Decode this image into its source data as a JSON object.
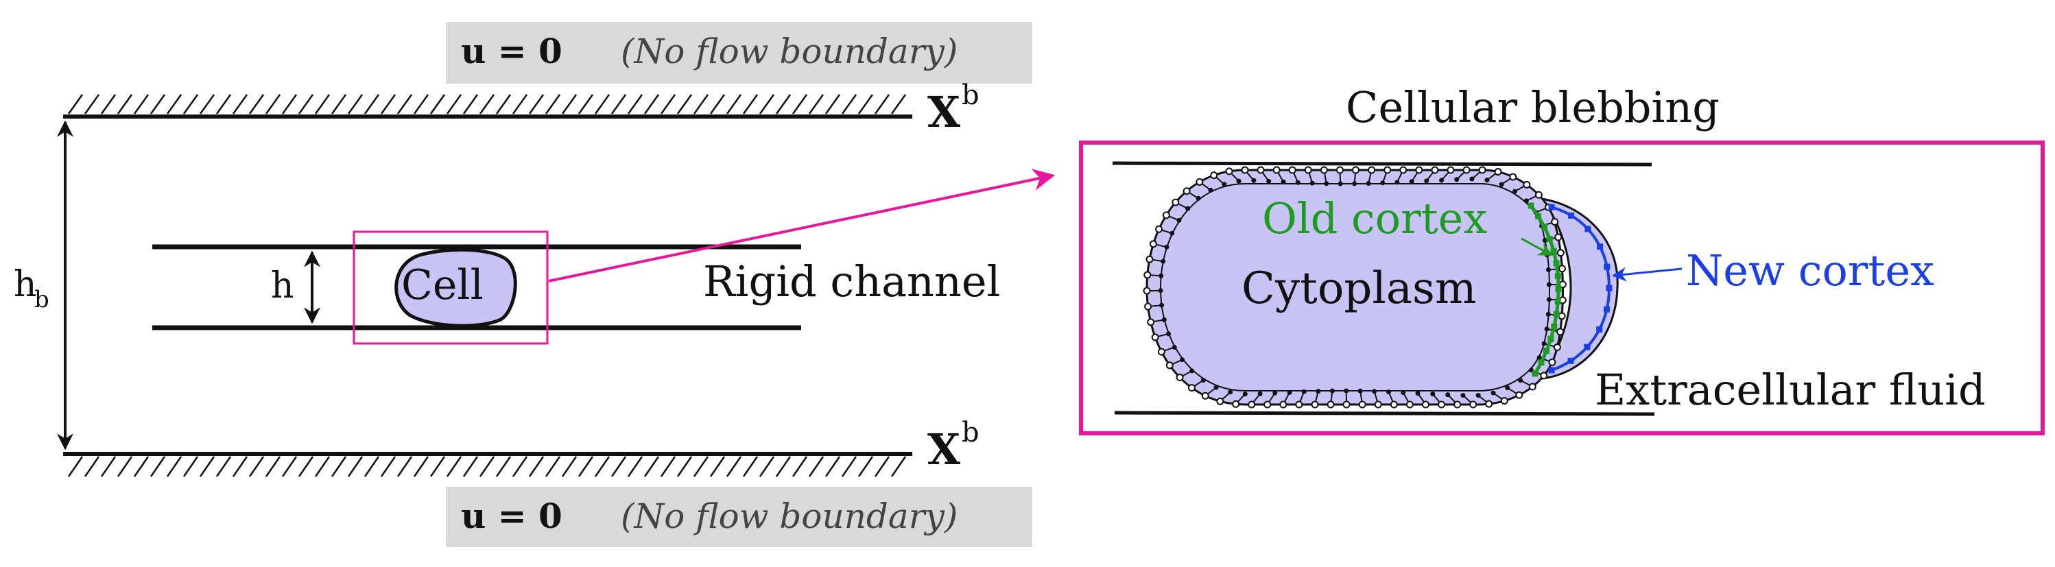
{
  "boundary": {
    "top_prefix": "u = 0",
    "top_note": "(No flow boundary)",
    "bottom_prefix": "u = 0",
    "bottom_note": "(No flow boundary)",
    "wall_label_top": "X",
    "wall_label_top_sup": "b",
    "wall_label_bottom": "X",
    "wall_label_bottom_sup": "b",
    "banner_color": "#d9d9d9"
  },
  "left_panel": {
    "height_outer": "h",
    "height_outer_sub": "b",
    "height_inner": "h",
    "cell_label": "Cell",
    "channel_label": "Rigid channel"
  },
  "right_panel": {
    "title": "Cellular blebbing",
    "old_cortex": "Old cortex",
    "new_cortex": "New cortex",
    "cytoplasm": "Cytoplasm",
    "extracellular": "Extracellular fluid"
  },
  "colors": {
    "cell_fill": "#c8c4f6",
    "accent": "#e8169a",
    "old_cortex": "#1f9a23",
    "new_cortex": "#1a3fe6",
    "ink": "#111111"
  }
}
